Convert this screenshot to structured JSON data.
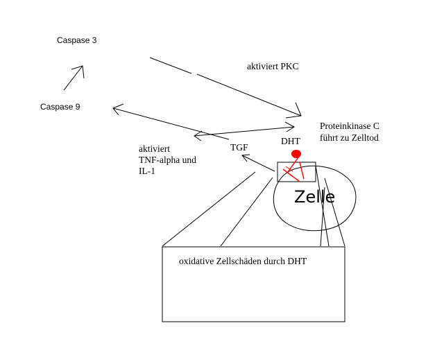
{
  "labels": {
    "caspase3": "Caspase 3",
    "caspase9": "Caspase 9",
    "aktiviert_pkc": "aktiviert PKC",
    "proteinkinase_line1": "Proteinkinase C",
    "proteinkinase_line2": "führt zu Zelltod",
    "aktiviert_line1": "aktiviert",
    "aktiviert_line2": "TNF-alpha und",
    "aktiviert_line3": "IL-1",
    "tgf": "TGF",
    "dht": "DHT",
    "zelle": "Zelle",
    "box_text": "oxidative Zellschäden durch DHT"
  },
  "colors": {
    "line": "#000000",
    "highlight": "#ff0000",
    "background": "#ffffff"
  }
}
